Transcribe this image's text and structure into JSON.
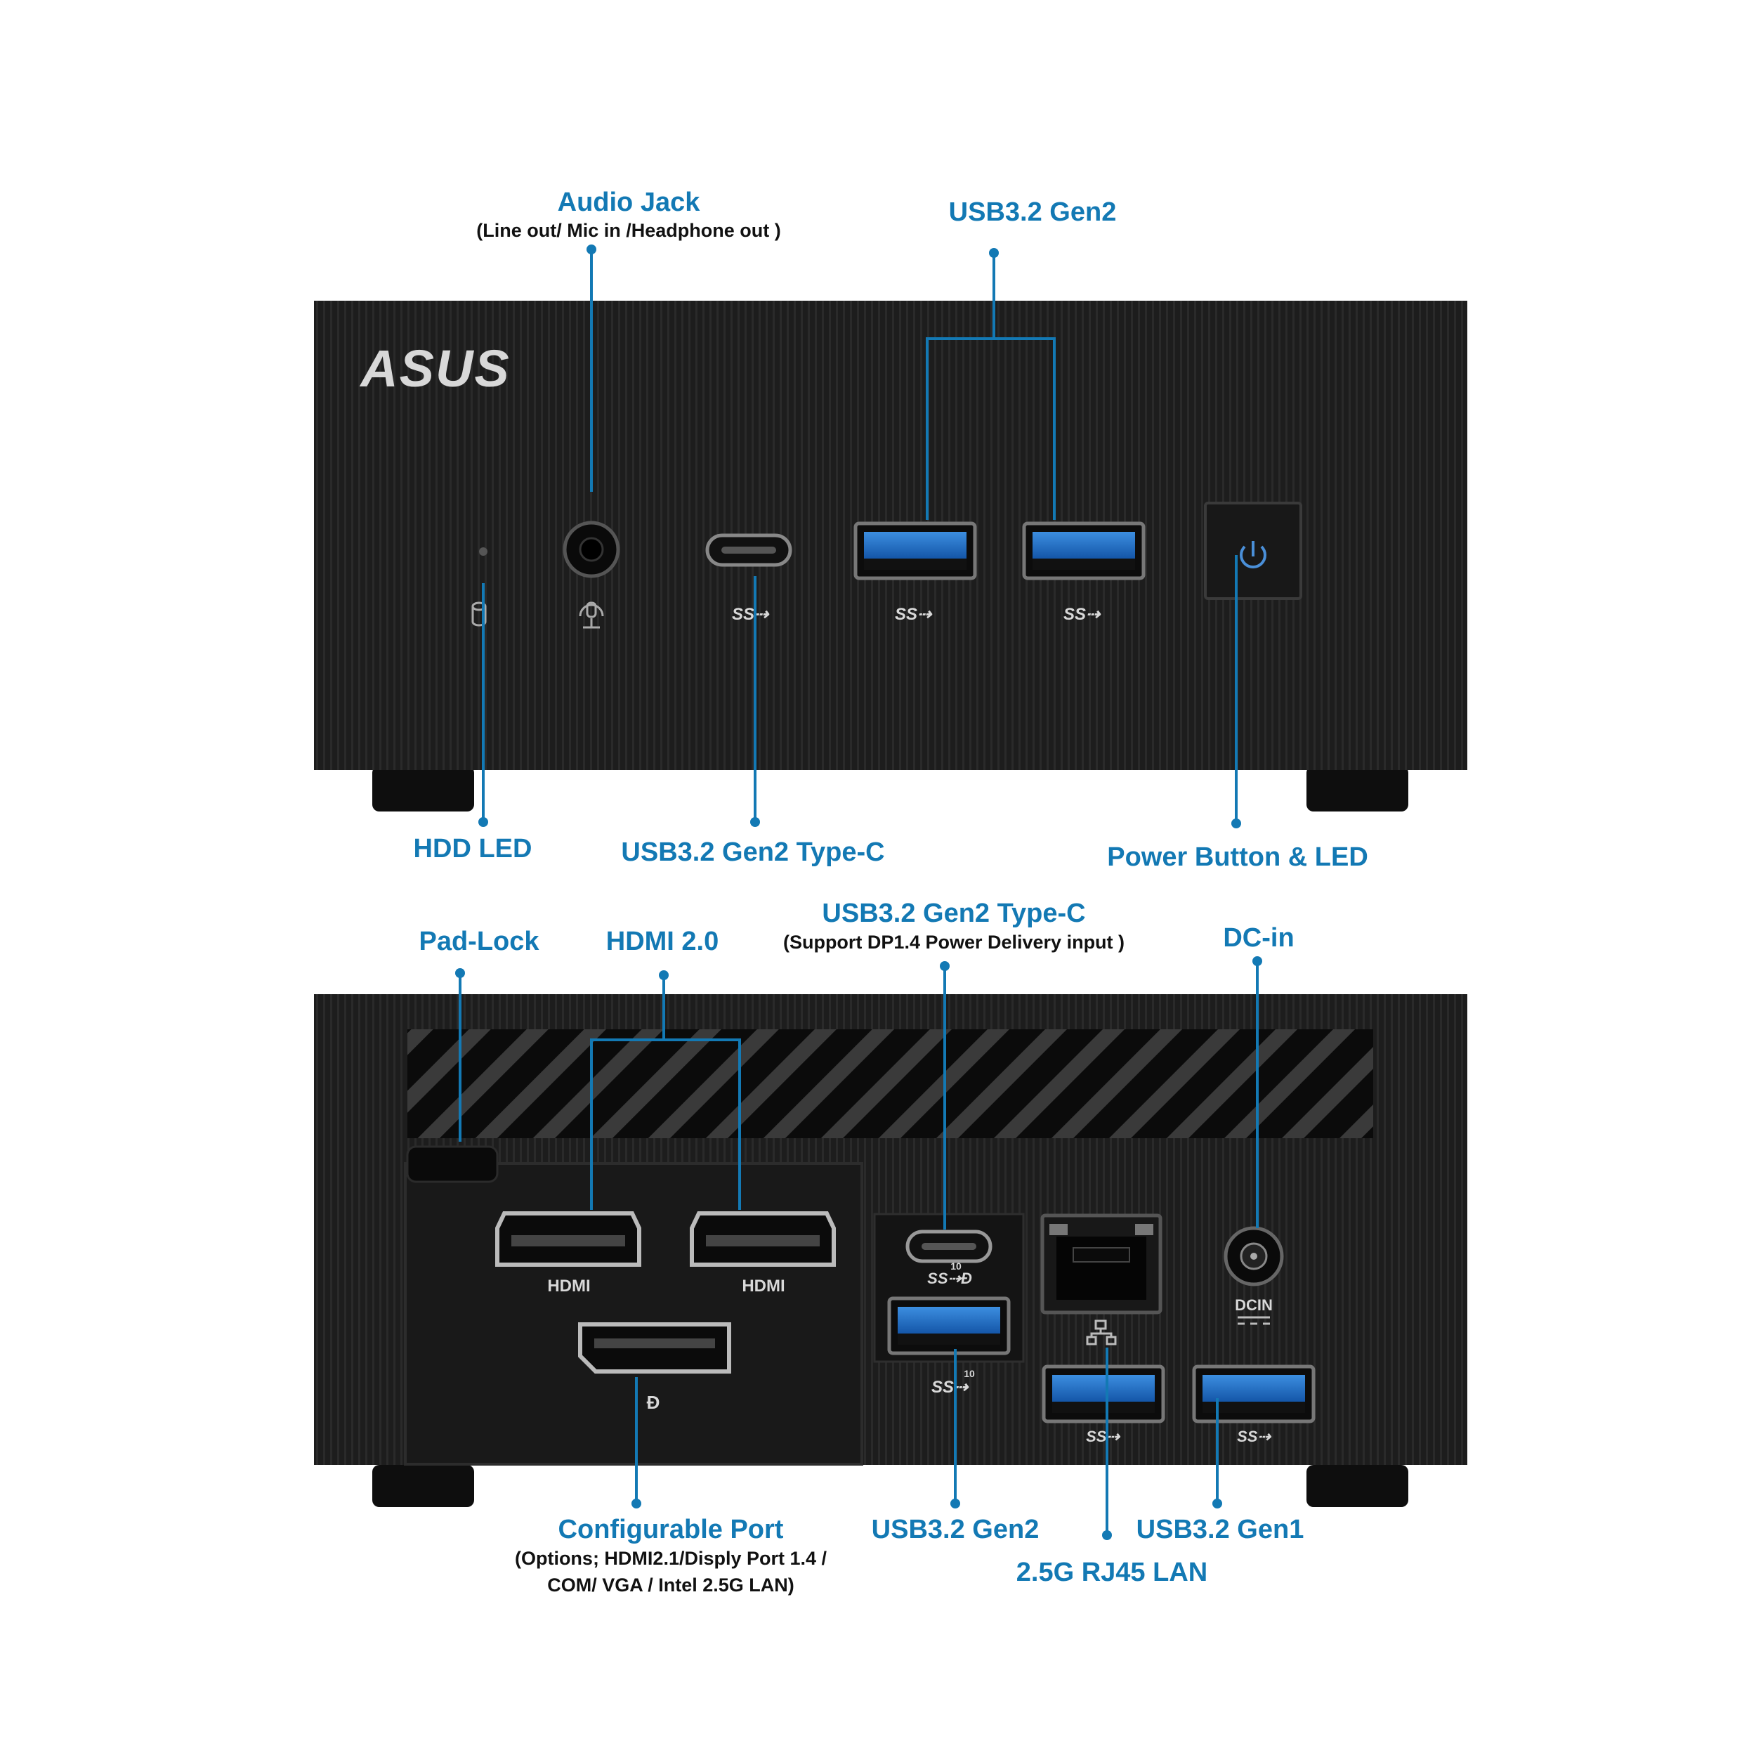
{
  "brand": {
    "logo": "ASUS"
  },
  "colors": {
    "label": "#1379b4",
    "leader": "#1379b4",
    "chassis": "#1b1b1b",
    "usb_blue": "#1e6fc0"
  },
  "icons": {
    "front": [
      "hdd-icon",
      "headset-mic-icon",
      "superspeed-usb-icon",
      "superspeed-usb-icon",
      "superspeed-usb-icon",
      "power-icon"
    ],
    "rear": [
      "hdmi-label",
      "hdmi-label",
      "displayport-icon",
      "superspeed-10-dp-icon",
      "superspeed-10-icon",
      "network-icon",
      "dc-in-icon",
      "superspeed-usb-icon"
    ]
  },
  "port_text": {
    "hdmi": "HDMI",
    "dcin": "DCIN",
    "ss10": "10"
  },
  "front_labels": {
    "audio_jack": {
      "title": "Audio Jack",
      "sub": "(Line out/ Mic in /Headphone out )"
    },
    "usb_gen2": "USB3.2 Gen2",
    "hdd_led": "HDD LED",
    "usb_type_c": "USB3.2 Gen2 Type-C",
    "power": "Power Button & LED"
  },
  "rear_labels": {
    "pad_lock": "Pad-Lock",
    "hdmi": "HDMI 2.0",
    "type_c": {
      "title": "USB3.2 Gen2 Type-C",
      "sub": "(Support DP1.4 Power Delivery input )"
    },
    "dc_in": "DC-in",
    "configurable": {
      "title": "Configurable Port",
      "sub1": "(Options; HDMI2.1/Disply Port 1.4 /",
      "sub2": "COM/ VGA / Intel 2.5G LAN)"
    },
    "usb_gen2": "USB3.2 Gen2",
    "lan": "2.5G RJ45 LAN",
    "usb_gen1": "USB3.2 Gen1"
  }
}
